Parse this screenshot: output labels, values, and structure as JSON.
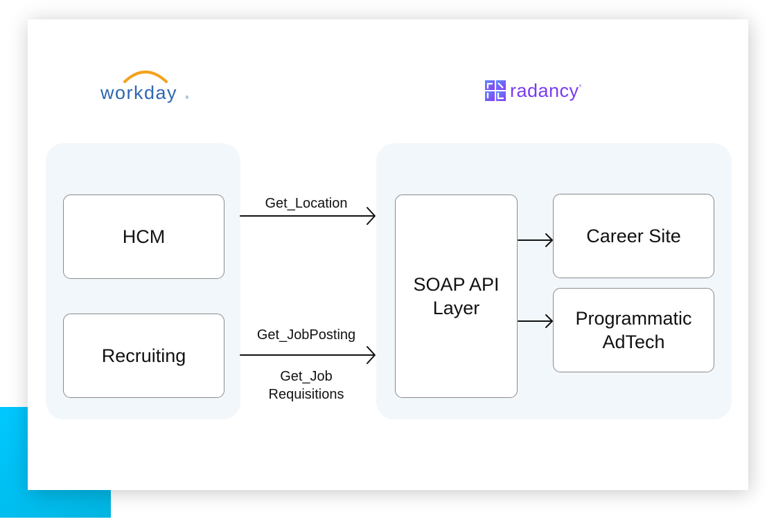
{
  "logos": {
    "left": {
      "name": "workday",
      "text": "workday",
      "registered": "®",
      "color": "#2f67b1",
      "arc_color": "#f4a21c"
    },
    "right": {
      "name": "radancy",
      "text": "radancy",
      "registered": "®",
      "color": "#7a3cf0"
    }
  },
  "colors": {
    "accent": "#00c8ff",
    "group_bg": "#f2f7fb",
    "box_border": "#8a8a8a",
    "arrow": "#111111"
  },
  "diagram": {
    "workday_group": {
      "boxes": [
        {
          "id": "hcm",
          "label": "HCM"
        },
        {
          "id": "recruiting",
          "label": "Recruiting"
        }
      ]
    },
    "radancy_group": {
      "boxes": [
        {
          "id": "soap",
          "label_lines": [
            "SOAP API",
            "Layer"
          ]
        },
        {
          "id": "career",
          "label": "Career Site"
        },
        {
          "id": "adtech",
          "label_lines": [
            "Programmatic",
            "AdTech"
          ]
        }
      ]
    },
    "connections": [
      {
        "from": "hcm",
        "to": "soap",
        "labels": [
          "Get_Location"
        ]
      },
      {
        "from": "recruiting",
        "to": "soap",
        "labels": [
          "Get_JobPosting",
          "Get_Job",
          "Requisitions"
        ]
      },
      {
        "from": "soap",
        "to": "career",
        "labels": []
      },
      {
        "from": "soap",
        "to": "adtech",
        "labels": []
      }
    ]
  }
}
